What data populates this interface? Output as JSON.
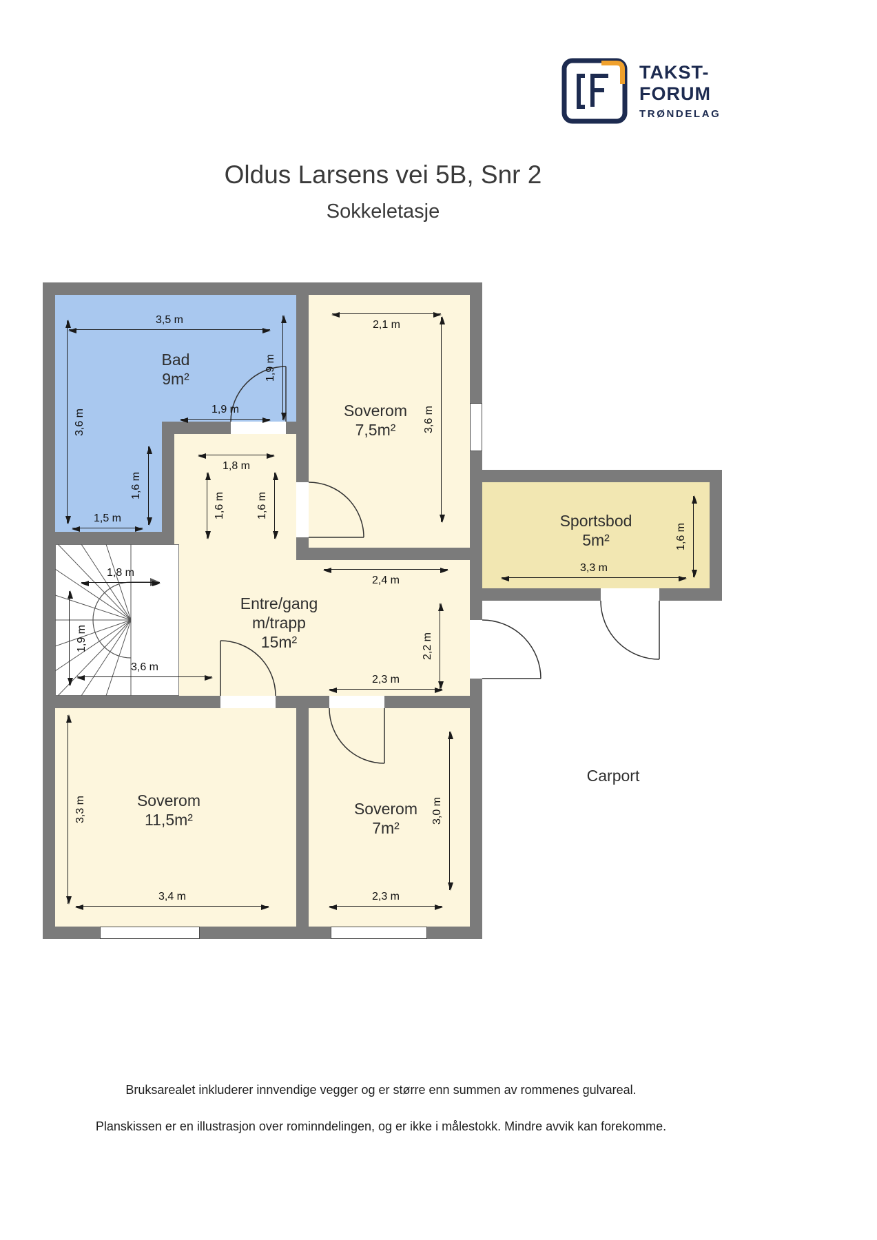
{
  "logo": {
    "brand_line1": "TAKST-",
    "brand_line2": "FORUM",
    "brand_line3": "TRØNDELAG"
  },
  "header": {
    "title": "Oldus Larsens vei 5B, Snr 2",
    "subtitle": "Sokkeletasje"
  },
  "rooms": {
    "bad": {
      "name": "Bad",
      "area": "9m²"
    },
    "soverom_topp": {
      "name": "Soverom",
      "area": "7,5m²"
    },
    "sportsbod": {
      "name": "Sportsbod",
      "area": "5m²"
    },
    "entre": {
      "name_line1": "Entre/gang",
      "name_line2": "m/trapp",
      "area": "15m²"
    },
    "soverom_venstre": {
      "name": "Soverom",
      "area": "11,5m²"
    },
    "soverom_midt": {
      "name": "Soverom",
      "area": "7m²"
    },
    "carport": {
      "name": "Carport"
    }
  },
  "dimensions": {
    "bad_top": "3,5 m",
    "bad_right": "1,9 m",
    "bad_left": "3,6 m",
    "bad_inner_w": "1,9 m",
    "bad_col_h": "1,6 m",
    "bad_col_w": "1,5 m",
    "sov1_w": "2,1 m",
    "sov1_h": "3,6 m",
    "entre_top_w": "1,8 m",
    "entre_left_h": "1,6 m",
    "entre_right_h": "1,6 m",
    "entre_mid_w": "2,4 m",
    "entre_mid_h": "2,2 m",
    "entre_low_w": "2,3 m",
    "entre_stair_w": "3,6 m",
    "trapp_w": "1,8 m",
    "trapp_h": "1,9 m",
    "sportsbod_w": "3,3 m",
    "sportsbod_h": "1,6 m",
    "sov2_h": "3,3 m",
    "sov2_w": "3,4 m",
    "sov3_h": "3,0 m",
    "sov3_w": "2,3 m"
  },
  "footer": {
    "line1": "Bruksarealet inkluderer innvendige vegger og er større enn summen av rommenes gulvareal.",
    "line2": "Planskissen er en illustrasjon over rominndelingen, og er ikke i målestokk. Mindre avvik kan forekomme."
  },
  "colors": {
    "wall": "#7b7b7b",
    "room_cream": "#fdf6dd",
    "room_blue": "#a9c8ef",
    "room_khaki": "#f2e7b2",
    "brand_navy": "#1d2b50",
    "brand_yellow": "#f0a12d"
  }
}
